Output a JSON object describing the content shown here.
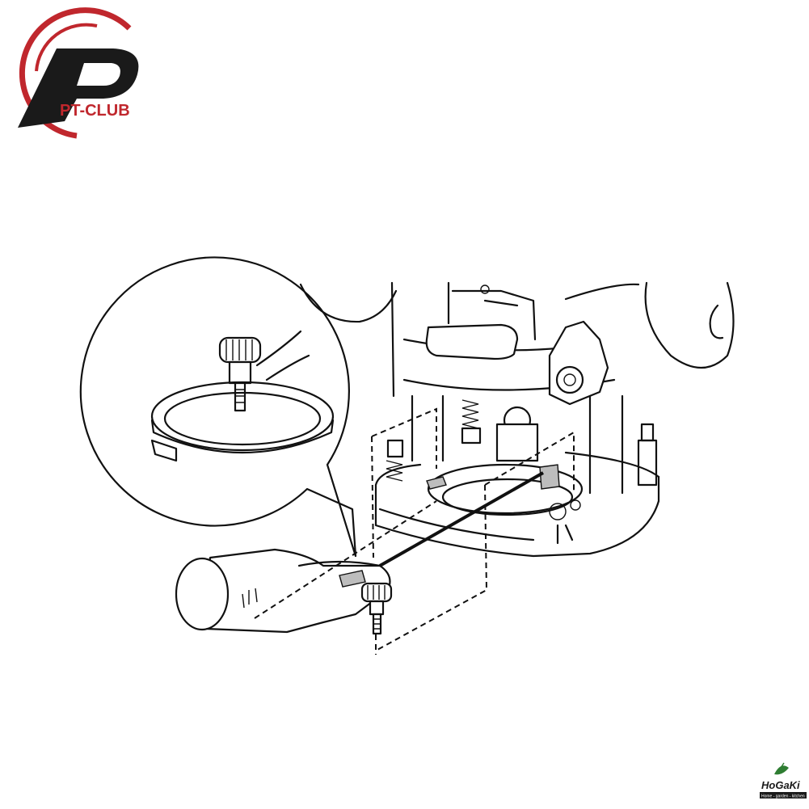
{
  "logo": {
    "brand": "PT-CLUB",
    "mark": "P",
    "accent_color": "#c0272d",
    "dark_color": "#1a1a1a"
  },
  "watermark": {
    "brand": "HoGaKi",
    "tagline": "Home - garden - kitchen",
    "accent_color": "#2e7d32"
  },
  "illustration": {
    "subject": "router base with dust nozzle attachment",
    "icons": [
      "router-base",
      "dust-nozzle",
      "thumb-screw",
      "magnifier-callout"
    ]
  }
}
